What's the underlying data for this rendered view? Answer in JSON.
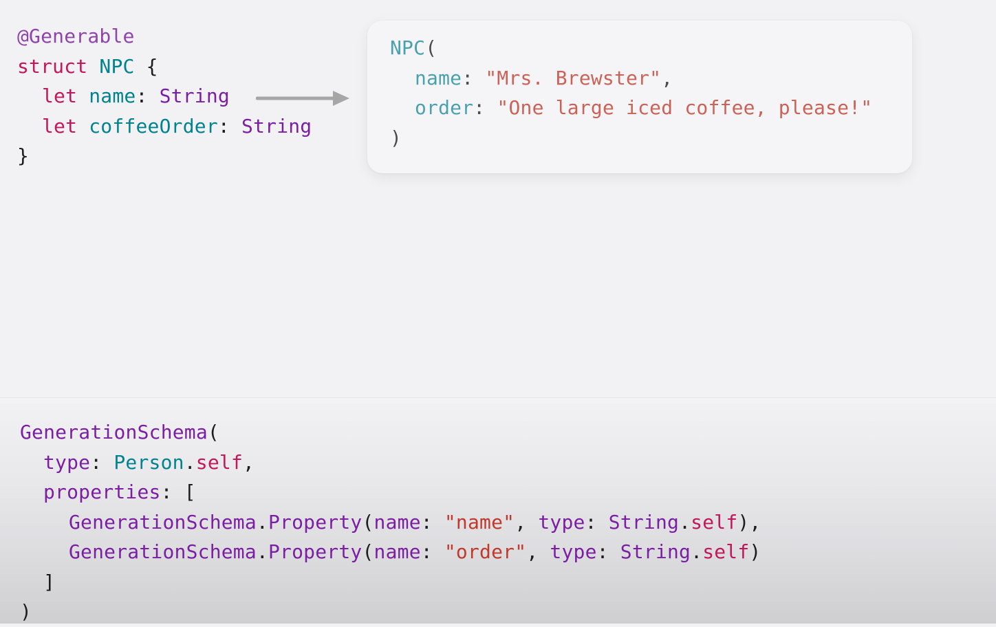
{
  "struct_code": {
    "attribute": "@Generable",
    "struct_keyword": "struct",
    "struct_name": "NPC",
    "open_brace": "{",
    "let_keyword": "let",
    "prop1_name": "name",
    "prop1_type": "String",
    "prop2_name": "coffeeOrder",
    "prop2_type": "String",
    "close_brace": "}"
  },
  "result": {
    "ctor": "NPC",
    "open_paren": "(",
    "field1_label": "name",
    "field1_value": "\"Mrs. Brewster\"",
    "field2_label": "order",
    "field2_value": "\"One large iced coffee, please!\"",
    "close_paren": ")"
  },
  "schema_code": {
    "ctor": "GenerationSchema",
    "type_label": "type",
    "type_value": "Person",
    "self_kw": "self",
    "properties_label": "properties",
    "open_bracket": "[",
    "prop_ctor": "GenerationSchema",
    "prop_member": "Property",
    "name_label": "name",
    "prop1_name_value": "\"name\"",
    "prop_type_label": "type",
    "prop_type_value": "String",
    "prop2_name_value": "\"order\"",
    "close_bracket": "]",
    "close_paren": ")"
  },
  "colors": {
    "keyword": "#c2185b",
    "attribute": "#8e44ad",
    "type": "#7b1fa2",
    "identifier": "#00838f",
    "string": "#c0392b",
    "arrow": "#a6a6a6"
  },
  "icons": {
    "arrow": "right-arrow-icon"
  }
}
